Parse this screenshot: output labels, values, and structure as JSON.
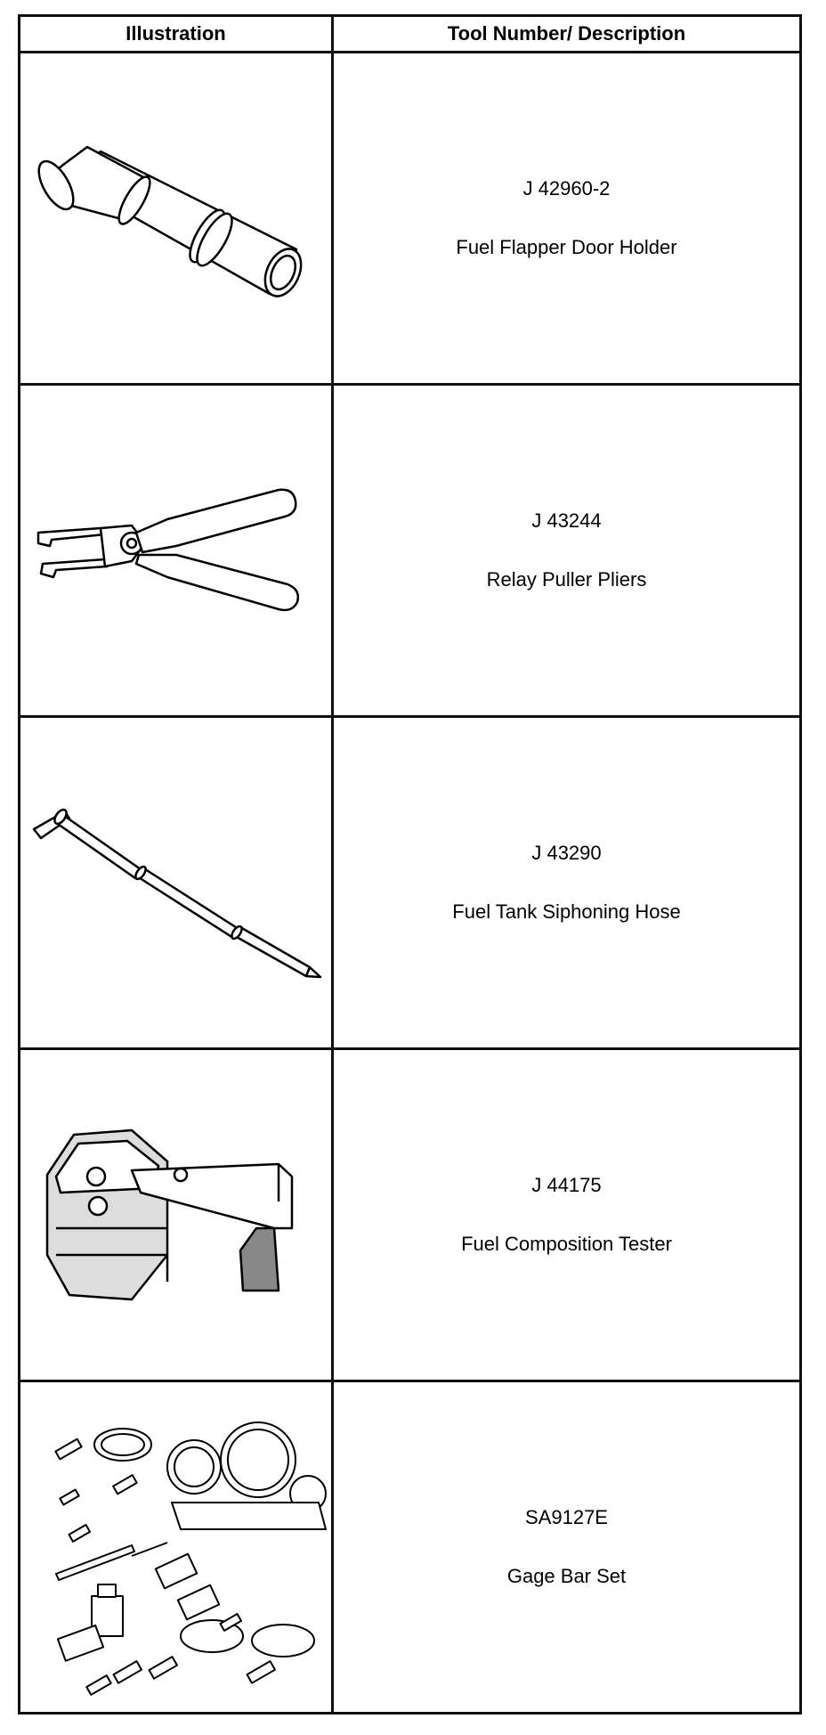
{
  "headers": {
    "illustration": "Illustration",
    "description": "Tool Number/ Description"
  },
  "tools": [
    {
      "number": "J 42960-2",
      "name": "Fuel Flapper Door Holder",
      "icon": "flapper-door-holder-icon"
    },
    {
      "number": "J 43244",
      "name": "Relay Puller Pliers",
      "icon": "relay-puller-pliers-icon"
    },
    {
      "number": "J 43290",
      "name": "Fuel Tank Siphoning Hose",
      "icon": "siphoning-hose-icon"
    },
    {
      "number": "J 44175",
      "name": "Fuel Composition Tester",
      "icon": "composition-tester-icon"
    },
    {
      "number": "SA9127E",
      "name": "Gage Bar Set",
      "icon": "gage-bar-set-icon"
    }
  ]
}
